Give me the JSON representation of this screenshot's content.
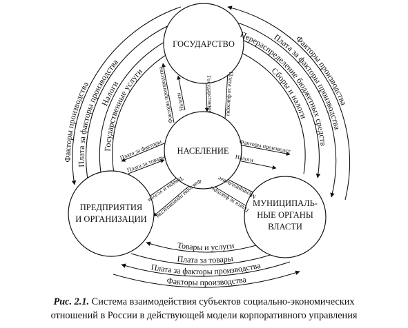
{
  "nodes": {
    "state": "ГОСУДАРСТВО",
    "population": "НАСЕЛЕНИЕ",
    "enterprises": [
      "ПРЕДПРИЯТИЯ",
      "И ОРГАНИЗАЦИИ"
    ],
    "municipal": [
      "МУНИЦИПАЛЬ-",
      "НЫЕ ОРГАНЫ",
      "ВЛАСТИ"
    ]
  },
  "outer_flows": {
    "left": [
      "Факторы производства",
      "Плата за факторы производства",
      "Налоги",
      "Государственные услуги"
    ],
    "right": [
      "Факторы производства",
      "Плата за факторы производства",
      "Перераспределение бюджетных средств",
      "Сборы и налоги"
    ],
    "bottom": [
      "Товары и услуги",
      "Плата за товары",
      "Плата за факторы производства",
      "Факторы производства"
    ]
  },
  "inner_flows": {
    "state_population": [
      "Факторы производства",
      "Налоги",
      "Государственные услуги",
      "Плата за факторы производства"
    ],
    "population_enterprises": [
      "Плата за факторы производства",
      "Плата за товары",
      "Товары и услуги",
      "Факторы производства"
    ],
    "population_municipal": [
      "Факторы производства",
      "Налоги",
      "Муниципальные услуги",
      "Плата за факторы производства"
    ]
  },
  "caption": {
    "number": "Рис. 2.1.",
    "line1": "Система взаимодействия субъектов социально-экономических",
    "line2": "отношений в России в действующей модели корпоративного управления"
  }
}
